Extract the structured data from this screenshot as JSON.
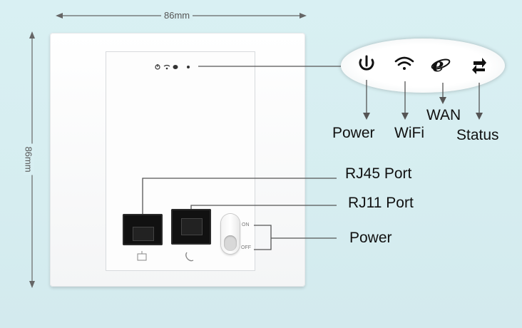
{
  "dimensions": {
    "width_label": "86mm",
    "height_label": "86mm"
  },
  "indicators": {
    "power": "Power",
    "wifi": "WiFi",
    "wan": "WAN",
    "status": "Status"
  },
  "ports": {
    "rj45": "RJ45 Port",
    "rj11": "RJ11 Port",
    "power_switch": "Power"
  },
  "switch": {
    "on": "ON",
    "off": "OFF"
  },
  "colors": {
    "background": "#d8eff2",
    "line": "#555555",
    "icon": "#111111"
  }
}
